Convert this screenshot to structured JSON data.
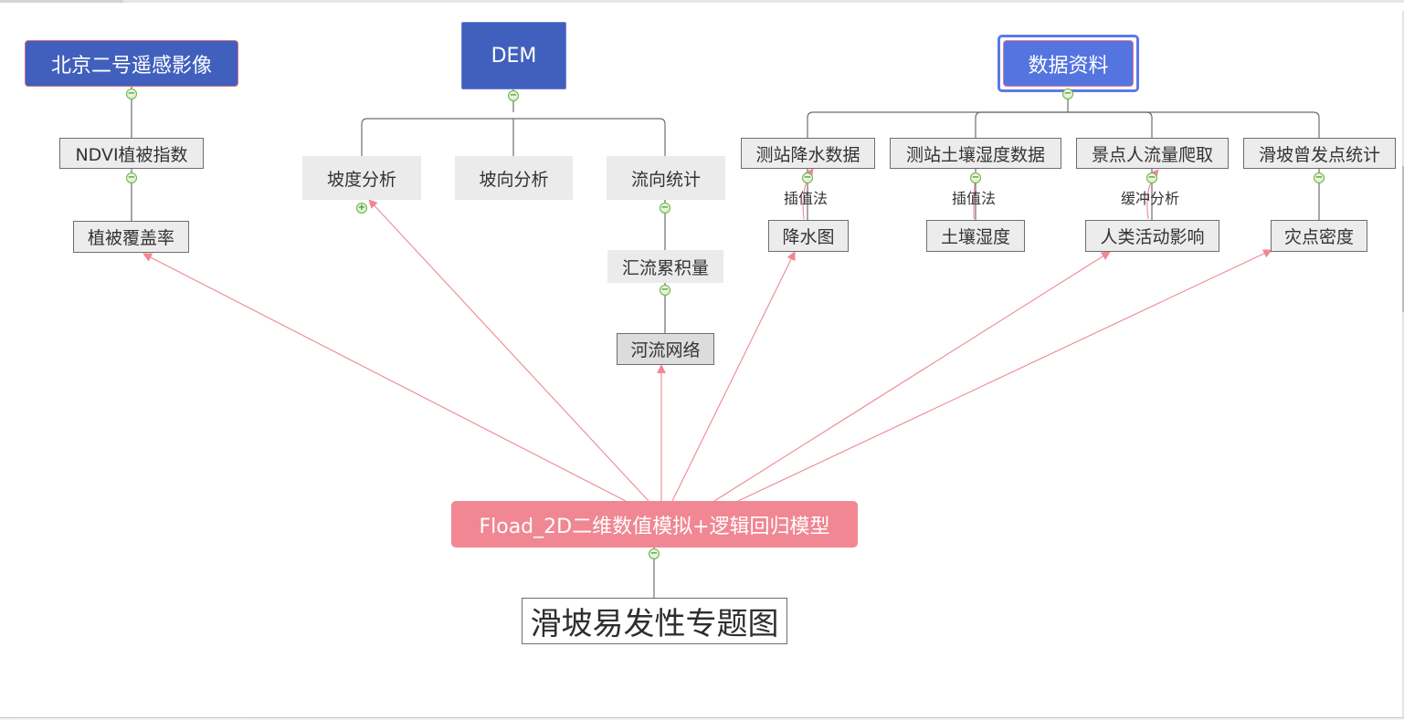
{
  "diagram": {
    "title": "滑坡易发性专题图",
    "colors": {
      "root_fill": "#4160bd",
      "selected_root_fill": "#5474e0",
      "selection_outline": "#5b79ea",
      "model_fill": "#f08792",
      "relation_arrow": "#f08792",
      "toggle_green": "#6cb43f",
      "node_fill": "#ececec",
      "connector": "#6e6e6e"
    },
    "roots": [
      {
        "id": "beijing2",
        "label": "北京二号遥感影像",
        "toggle": "collapse",
        "children": [
          {
            "id": "ndvi",
            "label": "NDVI植被指数",
            "toggle": "collapse",
            "children": [
              {
                "id": "vegcover",
                "label": "植被覆盖率"
              }
            ]
          }
        ]
      },
      {
        "id": "dem",
        "label": "DEM",
        "toggle": "collapse",
        "children": [
          {
            "id": "slope",
            "label": "坡度分析",
            "toggle": "expand"
          },
          {
            "id": "aspect",
            "label": "坡向分析"
          },
          {
            "id": "flowdir",
            "label": "流向统计",
            "toggle": "collapse",
            "children": [
              {
                "id": "flowacc",
                "label": "汇流累积量",
                "toggle": "collapse",
                "children": [
                  {
                    "id": "river",
                    "label": "河流网络"
                  }
                ]
              }
            ]
          }
        ]
      },
      {
        "id": "data",
        "label": "数据资料",
        "selected": true,
        "toggle": "collapse",
        "children": [
          {
            "id": "rain",
            "label": "测站降水数据",
            "toggle": "collapse",
            "edge_label": "插值法",
            "children": [
              {
                "id": "rainmap",
                "label": "降水图"
              }
            ]
          },
          {
            "id": "soil",
            "label": "测站土壤湿度数据",
            "toggle": "collapse",
            "edge_label": "插值法",
            "children": [
              {
                "id": "soilmoist",
                "label": "土壤湿度"
              }
            ]
          },
          {
            "id": "tourist",
            "label": "景点人流量爬取",
            "toggle": "collapse",
            "edge_label": "缓冲分析",
            "children": [
              {
                "id": "human",
                "label": "人类活动影响"
              }
            ]
          },
          {
            "id": "landslide",
            "label": "滑坡曾发点统计",
            "toggle": "collapse",
            "children": [
              {
                "id": "density",
                "label": "灾点密度"
              }
            ]
          }
        ]
      }
    ],
    "model": {
      "label": "Fload_2D二维数值模拟+逻辑回归模型",
      "toggle": "collapse",
      "relations_to": [
        "vegcover",
        "slope",
        "river",
        "rainmap",
        "human",
        "density"
      ],
      "child": {
        "label": "滑坡易发性专题图"
      }
    },
    "toggle_glyphs": {
      "collapse": "−",
      "expand": "+"
    }
  }
}
